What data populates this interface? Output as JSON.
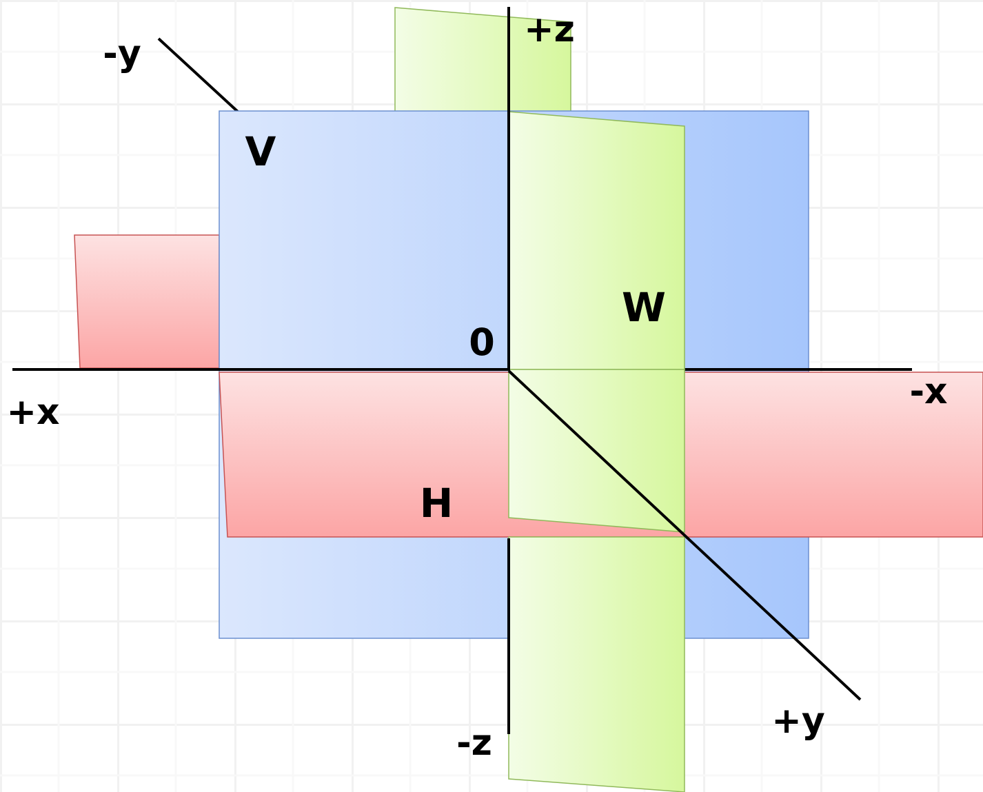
{
  "planes": {
    "V": {
      "label": "V",
      "fill_left": "#dbe7fd",
      "fill_right": "#a6c6fc",
      "stroke": "#6b8fd0"
    },
    "H": {
      "label": "H",
      "fill_top": "#fde2e2",
      "fill_bottom": "#fca5a5",
      "stroke": "#c65252"
    },
    "W": {
      "label": "W",
      "fill_left": "#f3fde6",
      "fill_right": "#d6f79d",
      "stroke": "#90b95a"
    }
  },
  "axes": {
    "origin_label": "0",
    "plus_x": "+x",
    "minus_x": "-x",
    "plus_y": "+y",
    "minus_y": "-y",
    "plus_z": "+z",
    "minus_z": "-z",
    "color": "#000000"
  }
}
